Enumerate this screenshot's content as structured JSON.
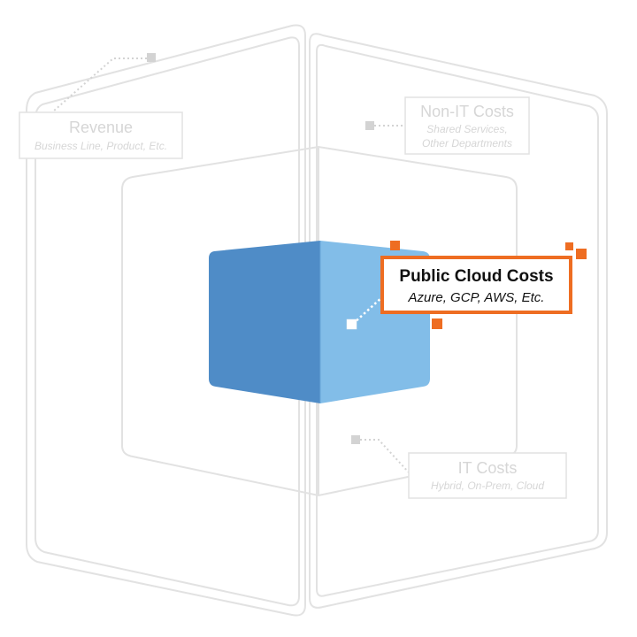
{
  "colors": {
    "outline": "#e2e2e2",
    "label_text": "#d6d6d6",
    "connector": "#d3d3d3",
    "cube_dark": "#4f8cc7",
    "cube_light": "#82bde8",
    "accent": "#ee6d22",
    "highlight_text": "#111111"
  },
  "labels": {
    "revenue": {
      "title": "Revenue",
      "subtitle": "Business Line, Product, Etc."
    },
    "non_it": {
      "title": "Non-IT Costs",
      "subtitle_1": "Shared Services,",
      "subtitle_2": "Other Departments"
    },
    "it": {
      "title": "IT Costs",
      "subtitle": "Hybrid, On-Prem, Cloud"
    },
    "public_cloud": {
      "title": "Public Cloud Costs",
      "subtitle": "Azure, GCP, AWS, Etc."
    }
  }
}
